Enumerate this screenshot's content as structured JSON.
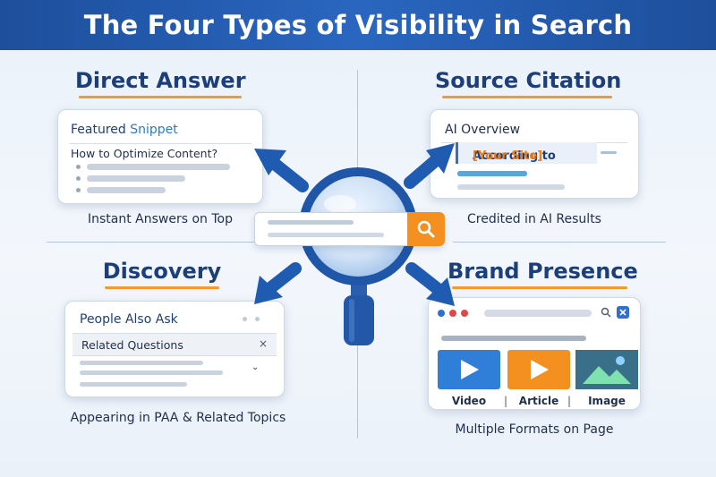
{
  "title": "The Four Types of Visibility in Search",
  "quadrants": {
    "direct_answer": {
      "heading": "Direct Answer",
      "card_title_main": "Featured",
      "card_title_accent": "Snippet",
      "question": "How to Optimize Content?",
      "caption": "Instant Answers on Top"
    },
    "source_citation": {
      "heading": "Source Citation",
      "card_title": "AI Overview",
      "according_prefix": "According to",
      "according_site": "[Your Site]",
      "caption": "Credited in AI Results"
    },
    "discovery": {
      "heading": "Discovery",
      "card_title": "People Also Ask",
      "row_label": "Related Questions",
      "caption": "Appearing in PAA & Related Topics"
    },
    "brand_presence": {
      "heading": "Brand Presence",
      "tiles": [
        {
          "label": "Video",
          "icon": "play-icon",
          "color": "#2f7ed8"
        },
        {
          "label": "Article",
          "icon": "play-icon",
          "color": "#f39020"
        },
        {
          "label": "Image",
          "icon": "mountain-image-icon",
          "color": "#3a6f8a"
        }
      ],
      "caption": "Multiple Formats on Page"
    }
  },
  "colors": {
    "banner": "#2a66c0",
    "heading": "#1d3f79",
    "accent_orange": "#f39020",
    "arrow_blue": "#1f5bb0"
  }
}
